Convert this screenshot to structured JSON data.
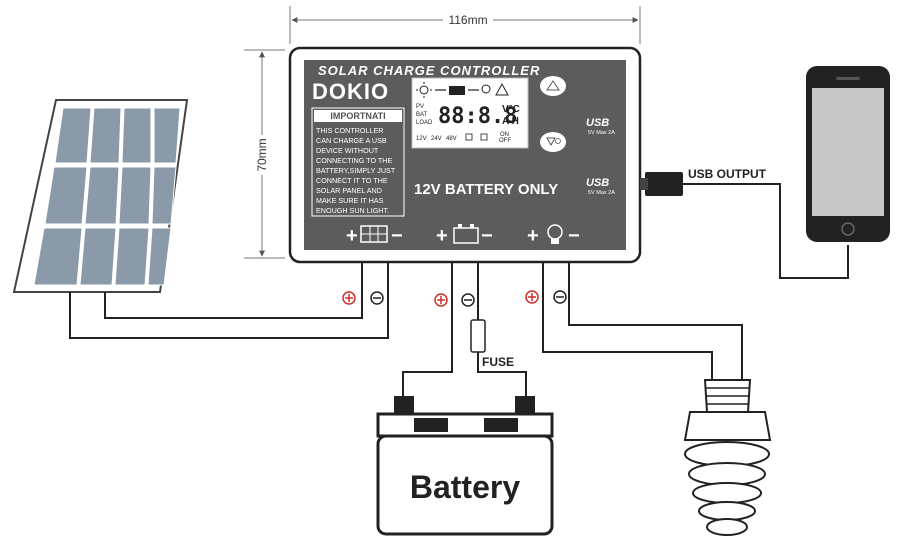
{
  "dimensions": {
    "width_label": "116mm",
    "height_label": "70mm"
  },
  "controller": {
    "title": "SOLAR CHARGE CONTROLLER",
    "brand": "DOKIO",
    "notice_title": "IMPORTNATI",
    "notice_lines": [
      "THIS CONTROLLER",
      "CAN CHARGE A USB",
      "DEVICE WITHOUT",
      "CONNECTING TO THE",
      "BATTERY,SIMPLY JUST",
      "CONNECT IT TO THE",
      "SOLAR PANEL AND",
      "MAKE SURE IT HAS",
      "ENOUGH SUN LIGHT."
    ],
    "lcd": {
      "digits": "88:8.8",
      "unit_top": "V°C",
      "unit_bottom": "A H",
      "row_labels": [
        "PV",
        "BAT",
        "LOAD"
      ],
      "voltage_labels": [
        "12V",
        "24V",
        "48V"
      ],
      "on_off": [
        "ON",
        "OFF"
      ]
    },
    "battery_notice": "12V BATTERY ONLY",
    "usb_ports": [
      {
        "logo": "USB",
        "rating": "5V Max 2A"
      },
      {
        "logo": "USB",
        "rating": "5V Max 2A"
      }
    ],
    "terminals": {
      "plus": "+",
      "minus": "−",
      "groups": [
        "solar-panel",
        "battery",
        "load"
      ]
    }
  },
  "labels": {
    "usb_output": "USB OUTPUT",
    "fuse": "FUSE",
    "battery": "Battery"
  },
  "colors": {
    "controller_face": "#5c5c5c",
    "controller_body": "#ffffff",
    "solar_cell": "#8a9aa8",
    "polarity_positive": "#d62b2b",
    "wire": "#222222"
  }
}
